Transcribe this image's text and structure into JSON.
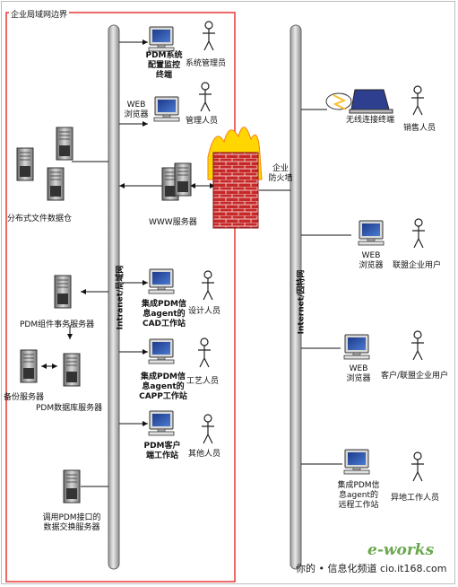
{
  "boundary_label": "企业局域网边界",
  "intranet_label": "Intranet/局域网",
  "internet_label": "Internet/因特网",
  "left_nodes": {
    "pdm_monitor": [
      "PDM系统",
      "配置监控",
      "终端"
    ],
    "sys_admin": "系统管理员",
    "web_browser_admin": [
      "WEB",
      "浏览器"
    ],
    "admin_person": "管理人员",
    "dfs": "分布式文件数据仓",
    "www_server": "WWW服务器",
    "pdm_component_server": "PDM组件事务服务器",
    "backup_server": "备份服务器",
    "pdm_db_server": "PDM数据库服务器",
    "cad_station": [
      "集成PDM信",
      "息agent的",
      "CAD工作站"
    ],
    "designer": "设计人员",
    "capp_station": [
      "集成PDM信",
      "息agent的",
      "CAPP工作站"
    ],
    "process_person": "工艺人员",
    "pdm_client": [
      "PDM客户",
      "端工作站"
    ],
    "other_person": "其他人员",
    "data_exchange_server": [
      "调用PDM接口的",
      "数据交换服务器"
    ]
  },
  "firewall_label": [
    "企业",
    "防火墙"
  ],
  "right_nodes": {
    "wireless_terminal": "无线连接终端",
    "sales_person": "销售人员",
    "web_browser_1": [
      "WEB",
      "浏览器"
    ],
    "alliance_user": "联盟企业用户",
    "web_browser_2": [
      "WEB",
      "浏览器"
    ],
    "customer_user": "客户/联盟企业用户",
    "remote_station": [
      "集成PDM信",
      "息agent的",
      "远程工作站"
    ],
    "remote_person": "异地工作人员"
  },
  "watermark": "你的 • 信息化频道 cio.it168.com",
  "logo_text": "e-works",
  "colors": {
    "boundary": "#e53935",
    "pipe": "#c9c9c9",
    "firewall": "#c62828",
    "flame": "#ffd600"
  }
}
